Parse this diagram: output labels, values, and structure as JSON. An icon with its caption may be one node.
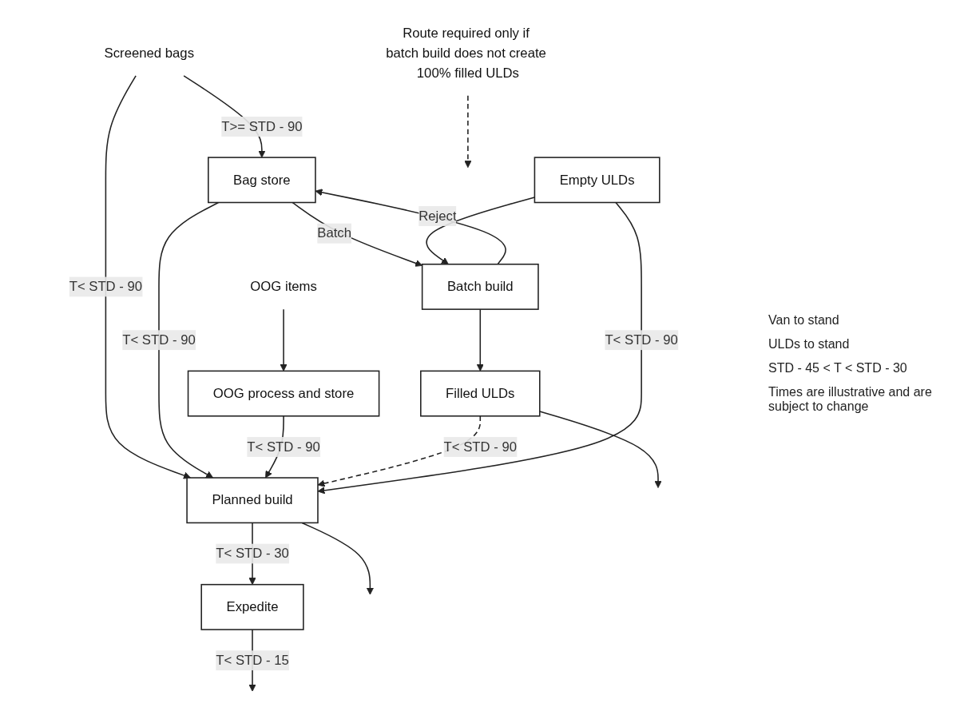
{
  "diagram": {
    "nodes": [
      {
        "text": [
          "Screened bags"
        ]
      },
      {
        "text": [
          "OOG items"
        ]
      },
      {
        "text": [
          "Bag store"
        ]
      },
      {
        "text": [
          "OOG process and store"
        ]
      },
      {
        "text": [
          "Batch build"
        ]
      },
      {
        "text": [
          "Planned build"
        ]
      },
      {
        "text": [
          "Expedite"
        ]
      },
      {
        "text": [
          "Filled ULDs"
        ]
      },
      {
        "text": [
          "Empty ULDs"
        ]
      },
      {
        "text": [
          "Route required only if batch build does not create 100% filled ULDs"
        ]
      }
    ],
    "edges": [
      {
        "from": 0,
        "to": 2,
        "arrow": "to",
        "label": "T>= STD - 90"
      },
      {
        "from": 0,
        "to": 5,
        "arrow": "to",
        "label": "T< STD - 90"
      },
      {
        "from": 1,
        "to": 3,
        "arrow": "to"
      },
      {
        "from": 2,
        "to": 5,
        "arrow": "to",
        "label": "T< STD - 90"
      },
      {
        "from": 3,
        "to": 5,
        "arrow": "to",
        "label": "T< STD - 90"
      },
      {
        "from": 2,
        "to": 4,
        "arrow": "to",
        "label": "Batch"
      },
      {
        "from": 4,
        "to": 2,
        "arrow": "to",
        "label": "Reject"
      },
      {
        "from": 5,
        "to": 6,
        "arrow": "to",
        "label": "T< STD - 30"
      },
      {
        "from": 4,
        "to": 7,
        "arrow": "to"
      },
      {
        "from": 7,
        "to": 5,
        "arrow": "to",
        "label": "T< STD - 90",
        "style": "dashed"
      },
      {
        "from": 8,
        "to": 4,
        "arrow": "to"
      },
      {
        "from": 8,
        "to": 5,
        "arrow": "to",
        "label": "T< STD - 90"
      },
      {
        "from": 6,
        "to": null,
        "arrow": "to",
        "label": "T< STD - 15"
      },
      {
        "from": 7,
        "to": null,
        "arrow": "to"
      },
      {
        "from": 5,
        "to": null,
        "arrow": "to"
      },
      {
        "from": 9,
        "to": null,
        "arrow": "to",
        "style": "dashed"
      }
    ],
    "labels": [
      "Van to stand",
      "ULDs to stand",
      "STD - 45 < T < STD - 30",
      "Times are illustrative and are subject to change"
    ]
  }
}
